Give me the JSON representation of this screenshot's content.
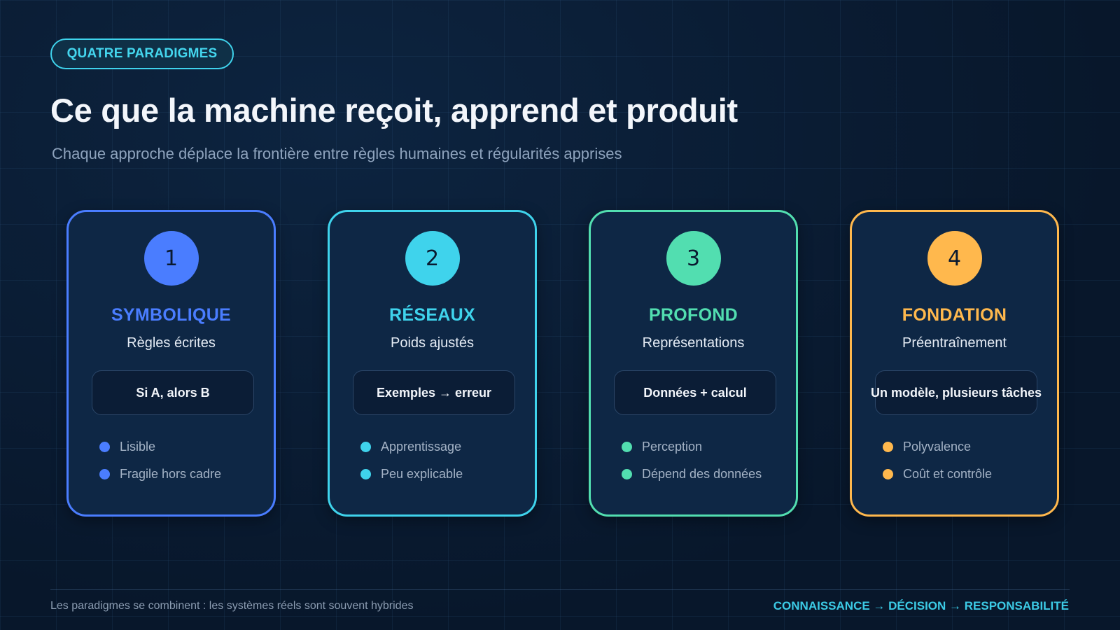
{
  "header": {
    "tag": "QUATRE PARADIGMES",
    "title": "Ce que la machine reçoit, apprend et produit",
    "subtitle": "Chaque approche déplace la frontière entre règles humaines et régularités apprises"
  },
  "cards": [
    {
      "number": "1",
      "title": "SYMBOLIQUE",
      "subtitle": "Règles écrites",
      "formula": "Si A, alors B",
      "bullets": [
        "Lisible",
        "Fragile hors cadre"
      ],
      "color": "#4a7dff"
    },
    {
      "number": "2",
      "title": "RÉSEAUX",
      "subtitle": "Poids ajustés",
      "formula": "Exemples → erreur",
      "bullets": [
        "Apprentissage",
        "Peu explicable"
      ],
      "color": "#3fd3ec"
    },
    {
      "number": "3",
      "title": "PROFOND",
      "subtitle": "Représentations",
      "formula": "Données + calcul",
      "bullets": [
        "Perception",
        "Dépend des données"
      ],
      "color": "#52deb0"
    },
    {
      "number": "4",
      "title": "FONDATION",
      "subtitle": "Préentraînement",
      "formula": "Un modèle, plusieurs tâches",
      "bullets": [
        "Polyvalence",
        "Coût et contrôle"
      ],
      "color": "#ffb84d"
    }
  ],
  "footer": {
    "note": "Les paradigmes se combinent : les systèmes réels sont souvent hybrides",
    "flow": "CONNAISSANCE → DÉCISION → RESPONSABILITÉ"
  },
  "colors": {
    "background": "#0a1a30",
    "accent": "#3fd3ec"
  }
}
